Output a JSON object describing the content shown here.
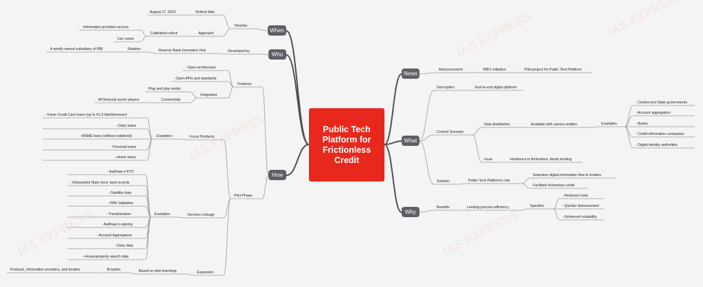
{
  "title": "Public Tech Platform for Frictionless Credit",
  "watermark": "IAS EXPRESS",
  "colors": {
    "center": "#e8281c",
    "main_node": "#5f5f66",
    "main_line": "#4d4d55",
    "sub_line": "#9a9a9a"
  },
  "branches": {
    "news": {
      "label": "News",
      "announcement": "Announcement",
      "rbi_initiation": "RBI's initiation",
      "pilot_project": "Pilot project for Public Tech Platform"
    },
    "what": {
      "label": "What",
      "description": "Description",
      "end_to_end": "End-to-end digital platform",
      "current_scenario": "Current Scenario",
      "data_distribution": "Data distribution",
      "available": "Available with various entities",
      "examples": "Examples",
      "example_items": [
        "- Central and State governments",
        "- Account aggregators",
        "- Banks",
        "- Credit information companies",
        "- Digital identity authorities"
      ],
      "issue": "Issue",
      "hindrance": "Hindrance in frictionless, timely lending",
      "solution": "Solution",
      "role": "Public Tech Platform's role",
      "seamless": "Seamless digital information flow to lenders",
      "facilitate": "Facilitate frictionless credit"
    },
    "why": {
      "label": "Why",
      "benefits": "Benefits",
      "efficiency": "Lending process efficiency",
      "specifics": "Specifics",
      "items": [
        "- Reduced costs",
        "- Quicker disbursement",
        "- Enhanced scalability"
      ]
    },
    "when": {
      "label": "When",
      "timeline": "Timeline",
      "rollout_date": "Rollout date",
      "date": "August 17, 2023",
      "approach": "Approach",
      "calibrated": "Calibrated rollout",
      "info_access": "Information providers access",
      "use_cases": "Use cases"
    },
    "who": {
      "label": "Who",
      "developed_by": "Developed by",
      "hub": "Reserve Bank Innovation Hub",
      "relation": "Relation",
      "subsidiary": "A wholly-owned subsidiary of RBI"
    },
    "how": {
      "label": "How",
      "features": "Features",
      "open_arch": "- Open architecture",
      "open_apis": "- Open APIs and standards",
      "integration": "Integration",
      "plug_play": "Plug and play model",
      "connectivity": "Connectivity",
      "all_players": "All financial sector players",
      "pilot_phase": "Pilot Phase",
      "focus_products": "Focus Products",
      "fp_examples": "Examples",
      "fp_items": [
        "- Kisan Credit Card loans (up to ₹1.6 lakh/borrower)",
        "- Dairy loans",
        "- MSME loans (without collateral)",
        "- Personal loans",
        "- Home loans"
      ],
      "services_linkage": "Services Linkage",
      "sl_examples": "Examples",
      "sl_items": [
        "- Aadhaar e-KYC",
        "- Onboarded State Govt. land records",
        "- Satellite data",
        "- PAN Validation",
        "- Transliteration",
        "- Aadhaar e-signing",
        "- Account Aggregators",
        "- Dairy data",
        "- House/property search data"
      ],
      "expansion": "Expansion",
      "based_on": "Based on pilot learnings",
      "broaden": "Broaden",
      "broaden_detail": "Products, information providers, and lenders"
    }
  }
}
